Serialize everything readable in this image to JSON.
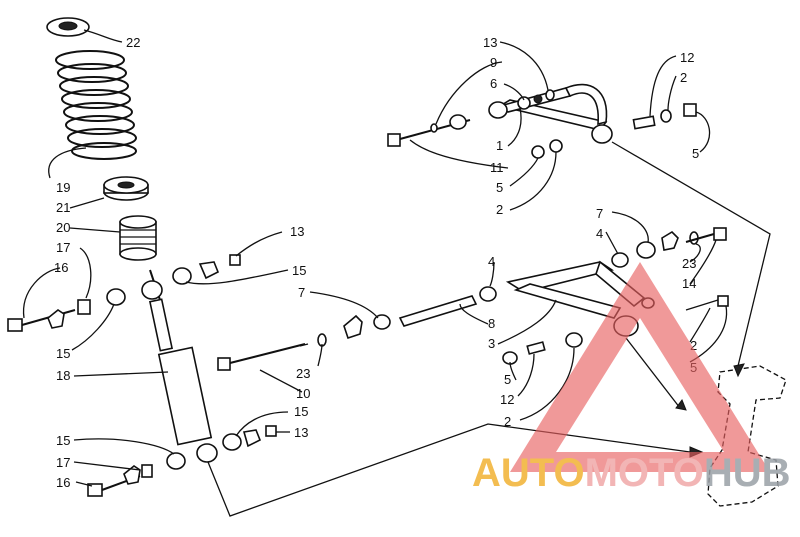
{
  "callouts": {
    "c22": "22",
    "c19": "19",
    "c21": "21",
    "c20": "20",
    "c17a": "17",
    "c16a": "16",
    "c15a": "15",
    "c18": "18",
    "c15b": "15",
    "c17b": "17",
    "c16b": "16",
    "c13a": "13",
    "c15c": "15",
    "c7a": "7",
    "c23a": "23",
    "c10": "10",
    "c15d": "15",
    "c13b": "13",
    "c13c": "13",
    "c9": "9",
    "c6": "6",
    "c1": "1",
    "c11": "11",
    "c5a": "5",
    "c2a": "2",
    "c12a": "12",
    "c2b": "2",
    "c5b": "5",
    "c7b": "7",
    "c4a": "4",
    "c23b": "23",
    "c14": "14",
    "c4b": "4",
    "c8": "8",
    "c3": "3",
    "c2c": "2",
    "c5c": "5",
    "c5d": "5",
    "c12b": "12",
    "c2d": "2"
  },
  "watermark": {
    "part1": "AUTO",
    "part2": "MOTO",
    "part3": "HUB",
    "colors": {
      "auto": "#f2b233",
      "moto": "#f0a9a9",
      "hub": "#9aa0a6",
      "triangle": "#e86060"
    }
  }
}
